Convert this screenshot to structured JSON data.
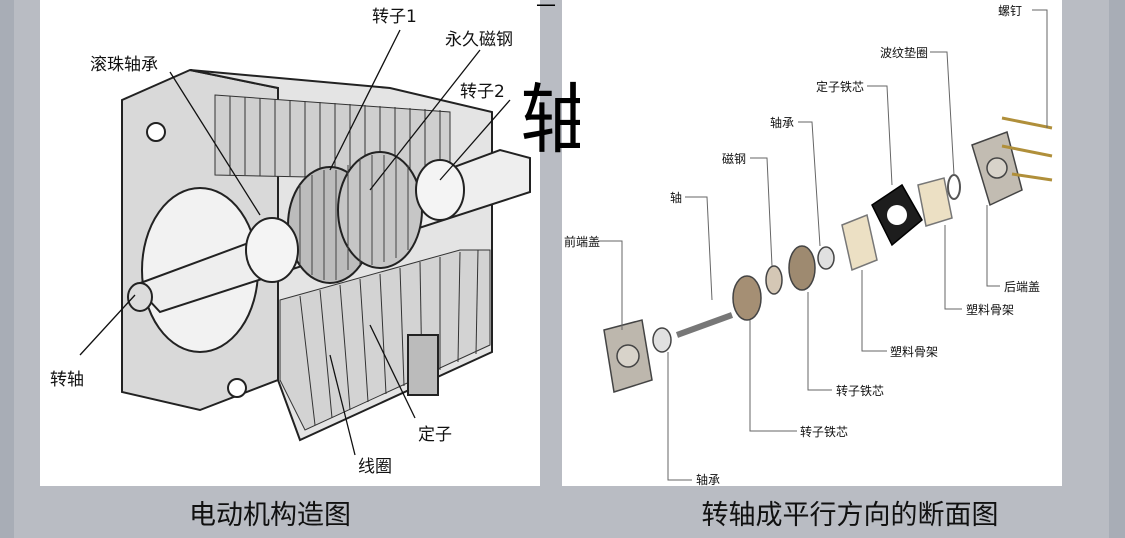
{
  "slide": {
    "partial_heading_glyph": "轴",
    "left_figure": {
      "caption": "电动机构造图",
      "labels": {
        "rotor1": "转子1",
        "ball_bearing": "滚珠轴承",
        "permanent_magnet": "永久磁钢",
        "rotor2": "转子2",
        "shaft": "转轴",
        "stator": "定子",
        "coil": "线圈"
      }
    },
    "right_figure": {
      "caption": "转轴成平行方向的断面图",
      "labels": {
        "screw": "螺钉",
        "wave_washer": "波纹垫圈",
        "stator_core": "定子铁芯",
        "bearing_top": "轴承",
        "magnet_steel": "磁钢",
        "shaft": "轴",
        "front_cover": "前端盖",
        "rear_cover": "后端盖",
        "plastic_frame_1": "塑料骨架",
        "plastic_frame_2": "塑料骨架",
        "rotor_core_1": "转子铁芯",
        "rotor_core_2": "转子铁芯",
        "bearing_bottom": "轴承"
      }
    }
  }
}
